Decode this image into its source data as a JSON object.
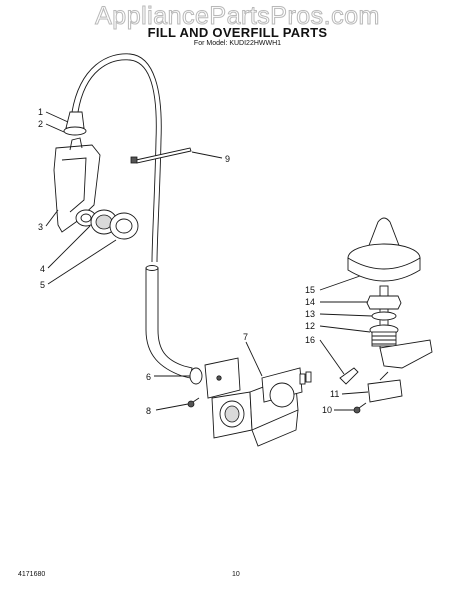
{
  "watermark": "AppliancePartsPros.com",
  "title": "FILL AND OVERFILL PARTS",
  "subtitle": "For Model: KUDI22HWWH1",
  "footer": {
    "doc_number": "4171680",
    "page_number": "10"
  },
  "callouts": {
    "c1": "1",
    "c2": "2",
    "c3": "3",
    "c4": "4",
    "c5": "5",
    "c6": "6",
    "c7": "7",
    "c8": "8",
    "c9": "9",
    "c10": "10",
    "c11": "11",
    "c12": "12",
    "c13": "13",
    "c14": "14",
    "c15": "15",
    "c16": "16"
  }
}
